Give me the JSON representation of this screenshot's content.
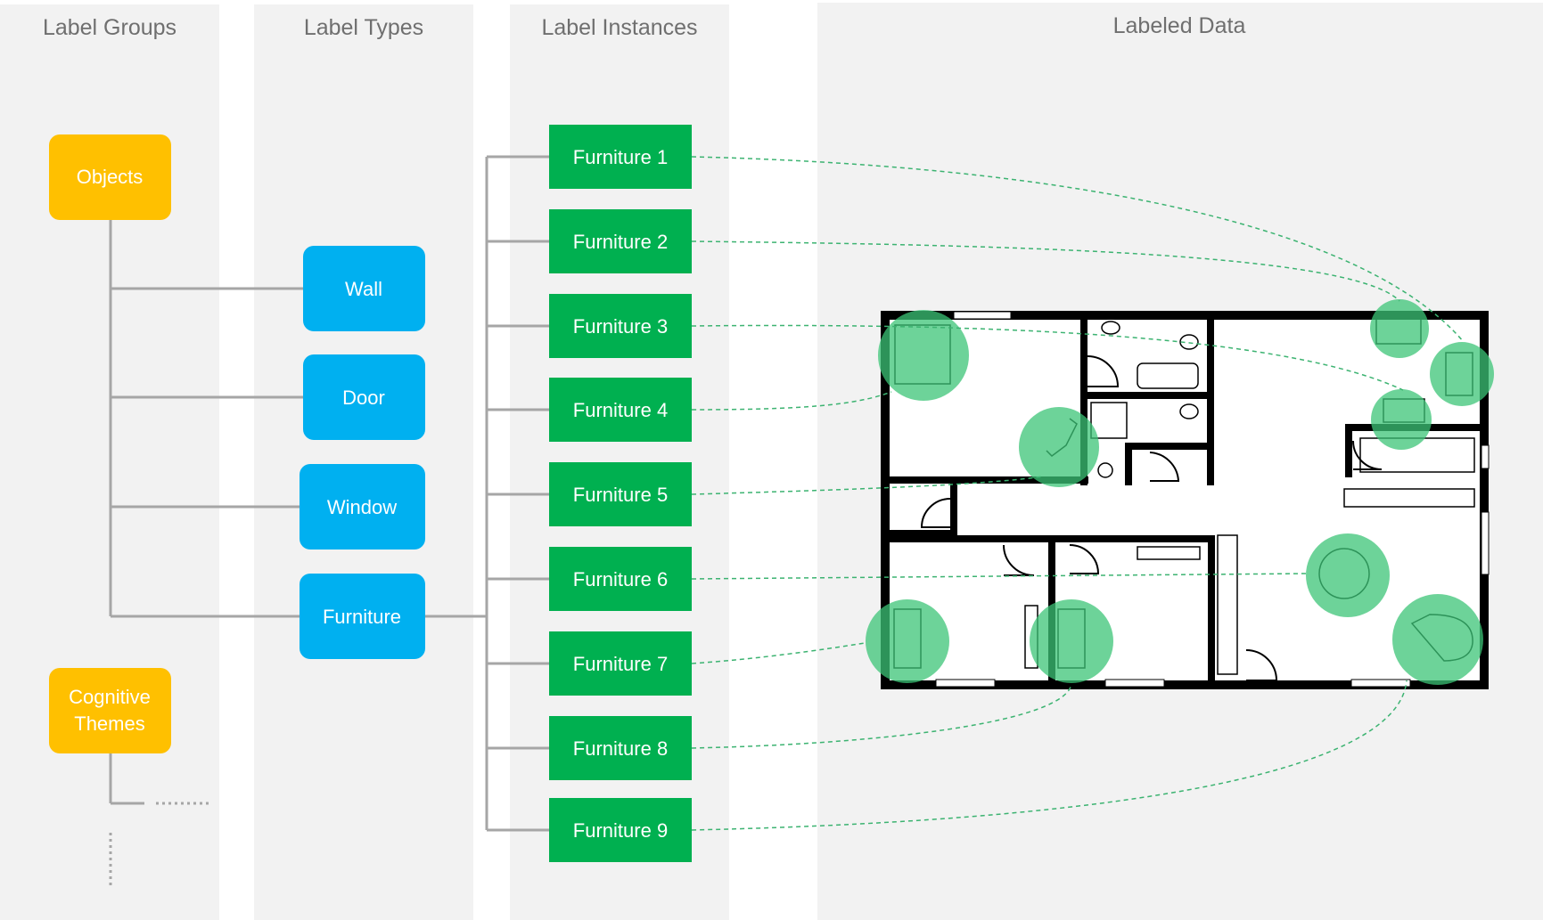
{
  "columns": {
    "groups": "Label Groups",
    "types": "Label Types",
    "instances": "Label Instances",
    "data": "Labeled Data"
  },
  "groups": {
    "objects": "Objects",
    "cognitive_line1": "Cognitive",
    "cognitive_line2": "Themes"
  },
  "types": {
    "wall": "Wall",
    "door": "Door",
    "window": "Window",
    "furniture": "Furniture"
  },
  "instances": [
    "Furniture 1",
    "Furniture 2",
    "Furniture 3",
    "Furniture 4",
    "Furniture 5",
    "Furniture 6",
    "Furniture 7",
    "Furniture 8",
    "Furniture 9"
  ],
  "colors": {
    "column_bg": "#f2f2f2",
    "group": "#ffc000",
    "type": "#00b0f0",
    "instance": "#00b050",
    "connector": "#a6a6a6",
    "highlight": "#3cc477",
    "dashed_link": "#3cb371",
    "plan_wall": "#000000"
  },
  "icons": [
    "bed-icon",
    "sink-icon",
    "toilet-icon",
    "bathtub-icon",
    "shower-icon",
    "stove-icon",
    "desk-icon",
    "plant-icon",
    "radiator-icon",
    "dining-table-icon",
    "piano-icon",
    "single-bed-icon",
    "stairs-icon"
  ]
}
